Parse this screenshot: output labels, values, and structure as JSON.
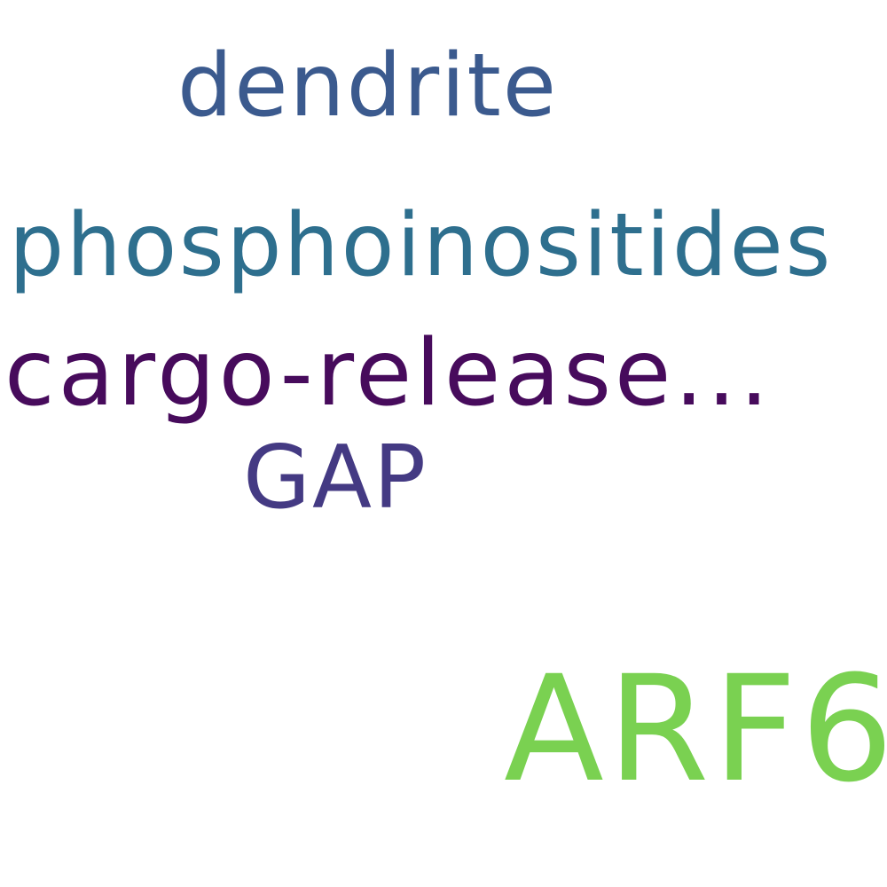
{
  "words": [
    {
      "id": "dendrite",
      "text": "dendrite",
      "color": "#3b5a8e"
    },
    {
      "id": "phosphoinositides",
      "text": "phosphoinositides",
      "color": "#2e6f8e"
    },
    {
      "id": "cargo",
      "text": "cargo-release...",
      "color": "#470b5c"
    },
    {
      "id": "gap",
      "text": "GAP",
      "color": "#443a83"
    },
    {
      "id": "arf6",
      "text": "ARF6",
      "color": "#7ad151"
    }
  ]
}
